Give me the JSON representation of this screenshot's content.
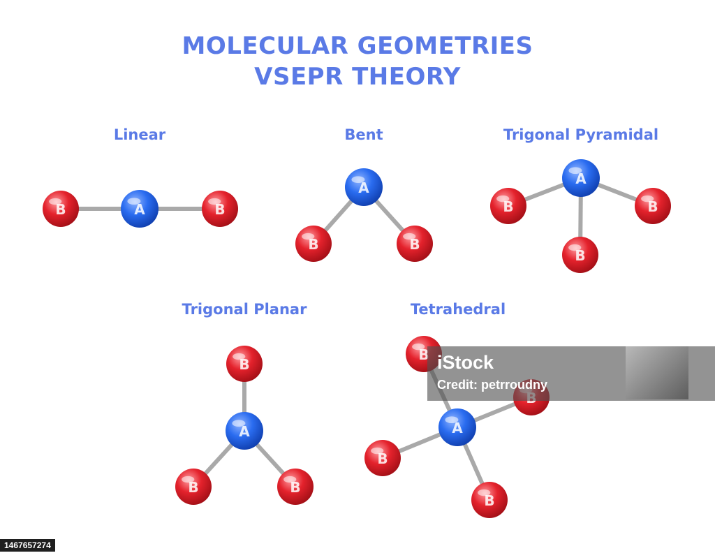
{
  "header": {
    "line1": "MOLECULAR GEOMETRIES",
    "line2": "VSEPR THEORY"
  },
  "colors": {
    "title": "#5a7ae6",
    "central_atom": "#1f63e8",
    "outer_atom": "#e01c26",
    "bond": "#a9a9a9"
  },
  "atom_labels": {
    "central": "A",
    "outer": "B"
  },
  "geometries": [
    {
      "id": "linear",
      "name": "Linear",
      "outer_atom_count": 2
    },
    {
      "id": "bent",
      "name": "Bent",
      "outer_atom_count": 2
    },
    {
      "id": "trigonal-pyramidal",
      "name": "Trigonal Pyramidal",
      "outer_atom_count": 3
    },
    {
      "id": "trigonal-planar",
      "name": "Trigonal Planar",
      "outer_atom_count": 3
    },
    {
      "id": "tetrahedral",
      "name": "Tetrahedral",
      "outer_atom_count": 4
    }
  ],
  "watermark": {
    "brand": "iStock",
    "credit": "Credit: petrroudny"
  },
  "image_id": "1467657274"
}
